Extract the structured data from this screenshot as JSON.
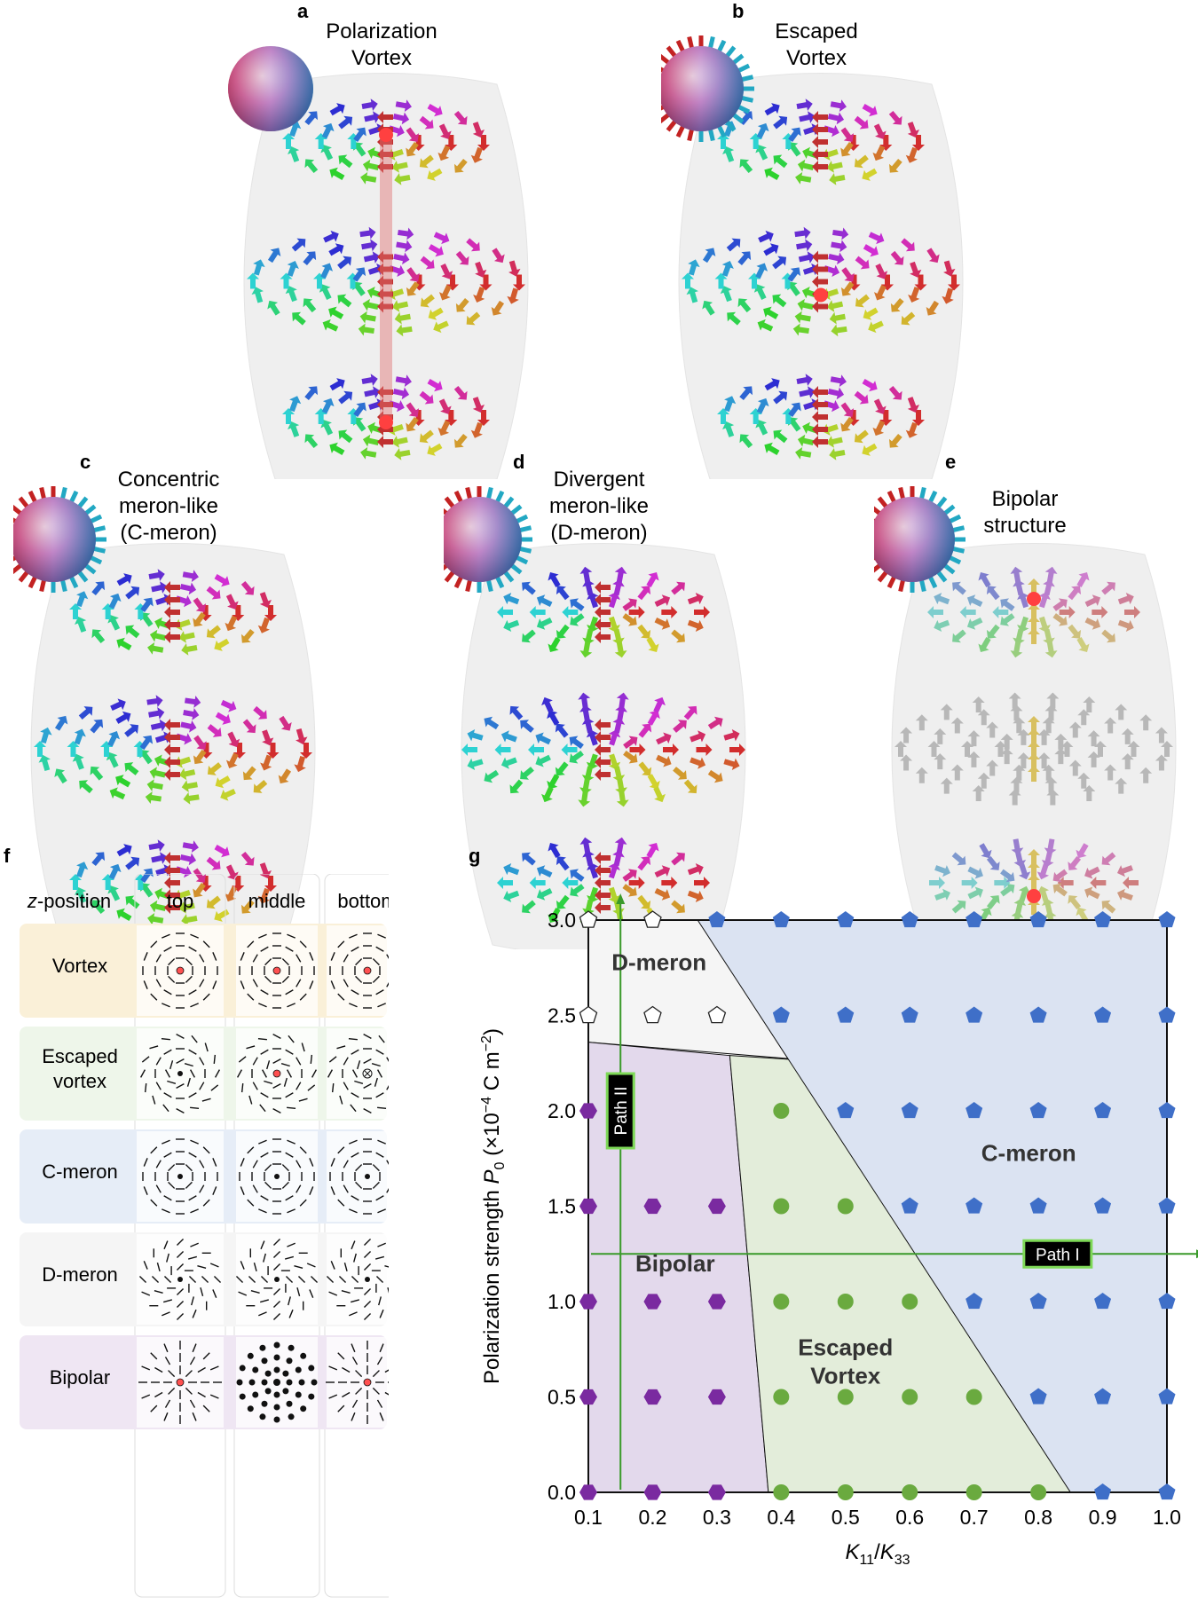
{
  "panels": [
    {
      "label": "a",
      "title": [
        "Polarization",
        "Vortex"
      ]
    },
    {
      "label": "b",
      "title": [
        "Escaped",
        "Vortex"
      ]
    },
    {
      "label": "c",
      "title": [
        "Concentric",
        "meron-like",
        "(C-meron)"
      ]
    },
    {
      "label": "d",
      "title": [
        "Divergent",
        "meron-like",
        "(D-meron)"
      ]
    },
    {
      "label": "e",
      "title": [
        "Bipolar",
        "structure"
      ]
    }
  ],
  "table": {
    "label": "f",
    "header": [
      "z-position",
      "top",
      "middle",
      "bottom"
    ],
    "rows": [
      {
        "name": "Vortex",
        "color": "#faf0d8"
      },
      {
        "name": "Escaped\nvortex",
        "color": "#eef6ea"
      },
      {
        "name": "C-meron",
        "color": "#e6edf7"
      },
      {
        "name": "D-meron",
        "color": "#f5f5f5"
      },
      {
        "name": "Bipolar",
        "color": "#efe6f3"
      }
    ]
  },
  "chart_data": {
    "type": "scatter",
    "label": "g",
    "xlabel": "K11/K33",
    "ylabel": "Polarization strength P0 (×10−4 C m−2)",
    "xlim": [
      0.1,
      1.0
    ],
    "ylim": [
      0.0,
      3.0
    ],
    "xticks": [
      "0.1",
      "0.2",
      "0.3",
      "0.4",
      "0.5",
      "0.6",
      "0.7",
      "0.8",
      "0.9",
      "1.0"
    ],
    "yticks": [
      "0.0",
      "0.5",
      "1.0",
      "1.5",
      "2.0",
      "2.5",
      "3.0"
    ],
    "regions": [
      {
        "name": "D-meron",
        "color": "#f5f5f5"
      },
      {
        "name": "Bipolar",
        "color": "#e3d9ec"
      },
      {
        "name": "Escaped\nVortex",
        "color": "#e3edda"
      },
      {
        "name": "C-meron",
        "color": "#dbe3f2"
      }
    ],
    "paths": [
      {
        "name": "Path I",
        "direction": "horizontal",
        "value": 1.25
      },
      {
        "name": "Path II",
        "direction": "vertical",
        "value": 0.15
      }
    ],
    "series": [
      {
        "name": "D-meron",
        "marker": "pentagon-open",
        "color": "#ffffff",
        "points": [
          [
            0.1,
            3.0
          ],
          [
            0.2,
            3.0
          ],
          [
            0.1,
            2.5
          ],
          [
            0.2,
            2.5
          ],
          [
            0.3,
            2.5
          ]
        ]
      },
      {
        "name": "Bipolar",
        "marker": "hexagon",
        "color": "#7a2aa0",
        "points": [
          [
            0.1,
            2.0
          ],
          [
            0.1,
            1.5
          ],
          [
            0.2,
            1.5
          ],
          [
            0.3,
            1.5
          ],
          [
            0.1,
            1.0
          ],
          [
            0.2,
            1.0
          ],
          [
            0.3,
            1.0
          ],
          [
            0.1,
            0.5
          ],
          [
            0.2,
            0.5
          ],
          [
            0.3,
            0.5
          ],
          [
            0.1,
            0.0
          ],
          [
            0.2,
            0.0
          ],
          [
            0.3,
            0.0
          ]
        ]
      },
      {
        "name": "Escaped Vortex",
        "marker": "circle",
        "color": "#6aaa3f",
        "points": [
          [
            0.4,
            2.0
          ],
          [
            0.4,
            1.5
          ],
          [
            0.5,
            1.5
          ],
          [
            0.4,
            1.0
          ],
          [
            0.5,
            1.0
          ],
          [
            0.6,
            1.0
          ],
          [
            0.4,
            0.5
          ],
          [
            0.5,
            0.5
          ],
          [
            0.6,
            0.5
          ],
          [
            0.7,
            0.5
          ],
          [
            0.4,
            0.0
          ],
          [
            0.5,
            0.0
          ],
          [
            0.6,
            0.0
          ],
          [
            0.7,
            0.0
          ],
          [
            0.8,
            0.0
          ]
        ]
      },
      {
        "name": "C-meron",
        "marker": "pentagon",
        "color": "#3f6fc8",
        "points": [
          [
            0.3,
            3.0
          ],
          [
            0.4,
            3.0
          ],
          [
            0.5,
            3.0
          ],
          [
            0.6,
            3.0
          ],
          [
            0.7,
            3.0
          ],
          [
            0.8,
            3.0
          ],
          [
            0.9,
            3.0
          ],
          [
            1.0,
            3.0
          ],
          [
            0.4,
            2.5
          ],
          [
            0.5,
            2.5
          ],
          [
            0.6,
            2.5
          ],
          [
            0.7,
            2.5
          ],
          [
            0.8,
            2.5
          ],
          [
            0.9,
            2.5
          ],
          [
            1.0,
            2.5
          ],
          [
            0.5,
            2.0
          ],
          [
            0.6,
            2.0
          ],
          [
            0.7,
            2.0
          ],
          [
            0.8,
            2.0
          ],
          [
            0.9,
            2.0
          ],
          [
            1.0,
            2.0
          ],
          [
            0.6,
            1.5
          ],
          [
            0.7,
            1.5
          ],
          [
            0.8,
            1.5
          ],
          [
            0.9,
            1.5
          ],
          [
            1.0,
            1.5
          ],
          [
            0.7,
            1.0
          ],
          [
            0.8,
            1.0
          ],
          [
            0.9,
            1.0
          ],
          [
            1.0,
            1.0
          ],
          [
            0.8,
            0.5
          ],
          [
            0.9,
            0.5
          ],
          [
            1.0,
            0.5
          ],
          [
            0.9,
            0.0
          ],
          [
            1.0,
            0.0
          ]
        ]
      }
    ]
  }
}
